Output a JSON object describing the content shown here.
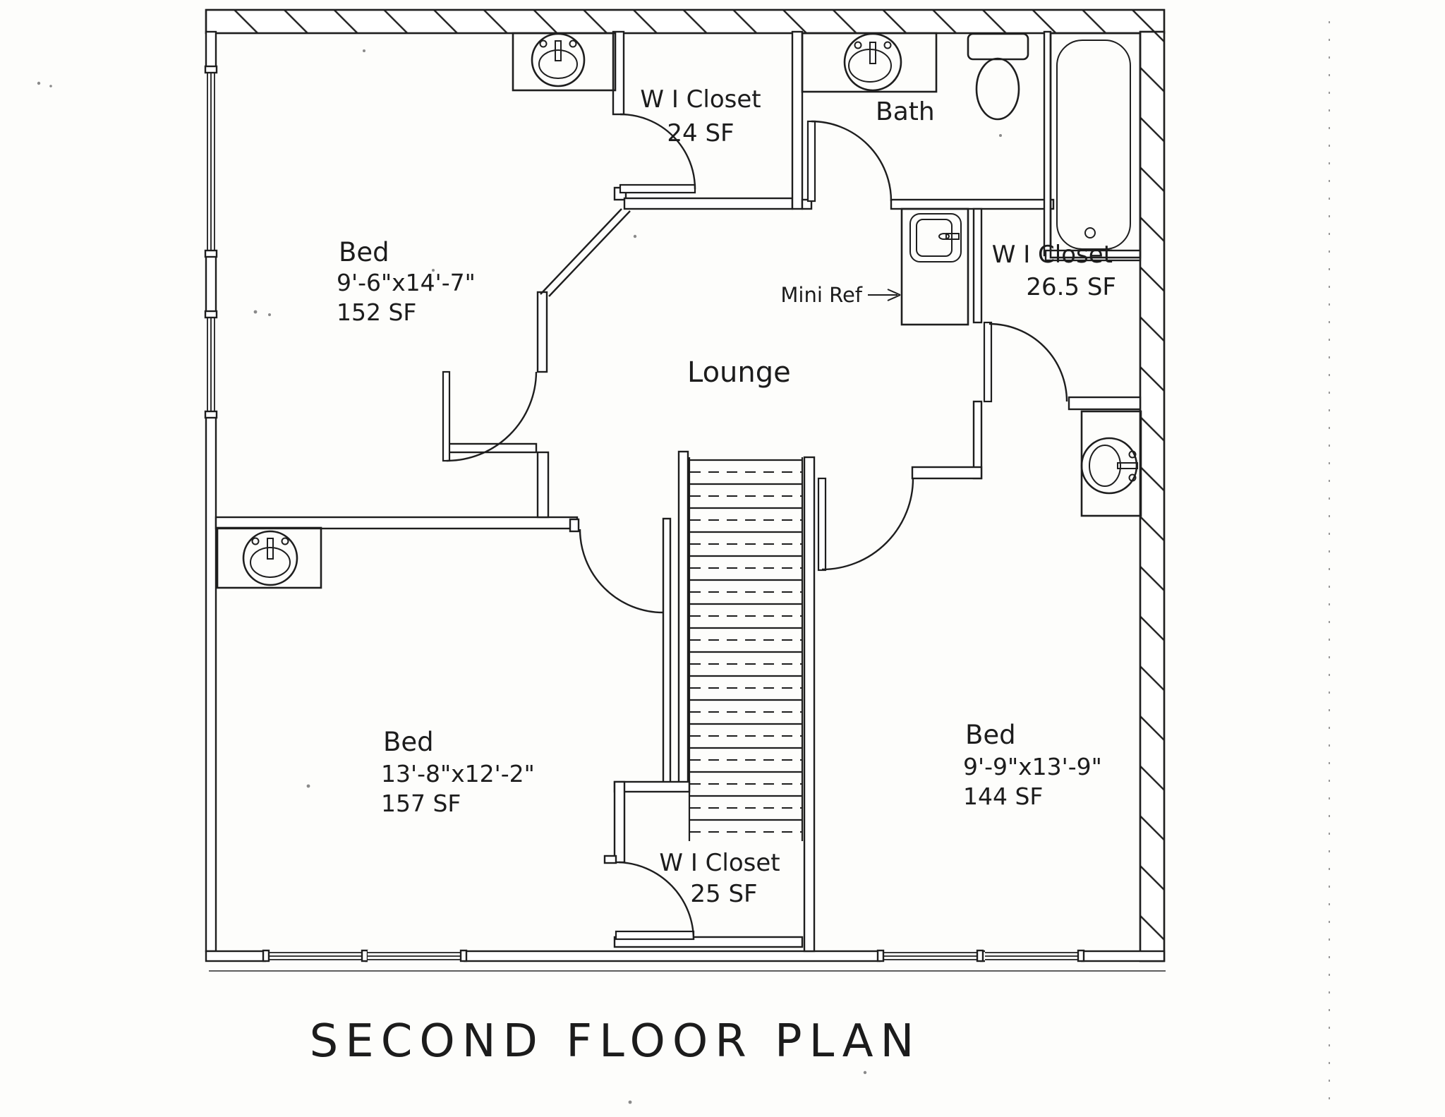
{
  "document": {
    "title": "SECOND FLOOR PLAN"
  },
  "rooms": {
    "bed_top_left": {
      "name": "Bed",
      "dims": "9'-6\"x14'-7\"",
      "area": "152 SF"
    },
    "bed_bottom_left": {
      "name": "Bed",
      "dims": "13'-8\"x12'-2\"",
      "area": "157 SF"
    },
    "bed_bottom_right": {
      "name": "Bed",
      "dims": "9'-9\"x13'-9\"",
      "area": "144 SF"
    },
    "lounge": {
      "name": "Lounge"
    },
    "bath": {
      "name": "Bath"
    },
    "closet_top": {
      "name": "W I Closet",
      "area": "24 SF"
    },
    "closet_right": {
      "name": "W I Closet",
      "area": "26.5 SF"
    },
    "closet_bottom": {
      "name": "W I Closet",
      "area": "25 SF"
    }
  },
  "annotations": {
    "mini_ref": "Mini Ref"
  },
  "colors": {
    "ink": "#1e1e1e",
    "paper": "#fdfdfb"
  }
}
